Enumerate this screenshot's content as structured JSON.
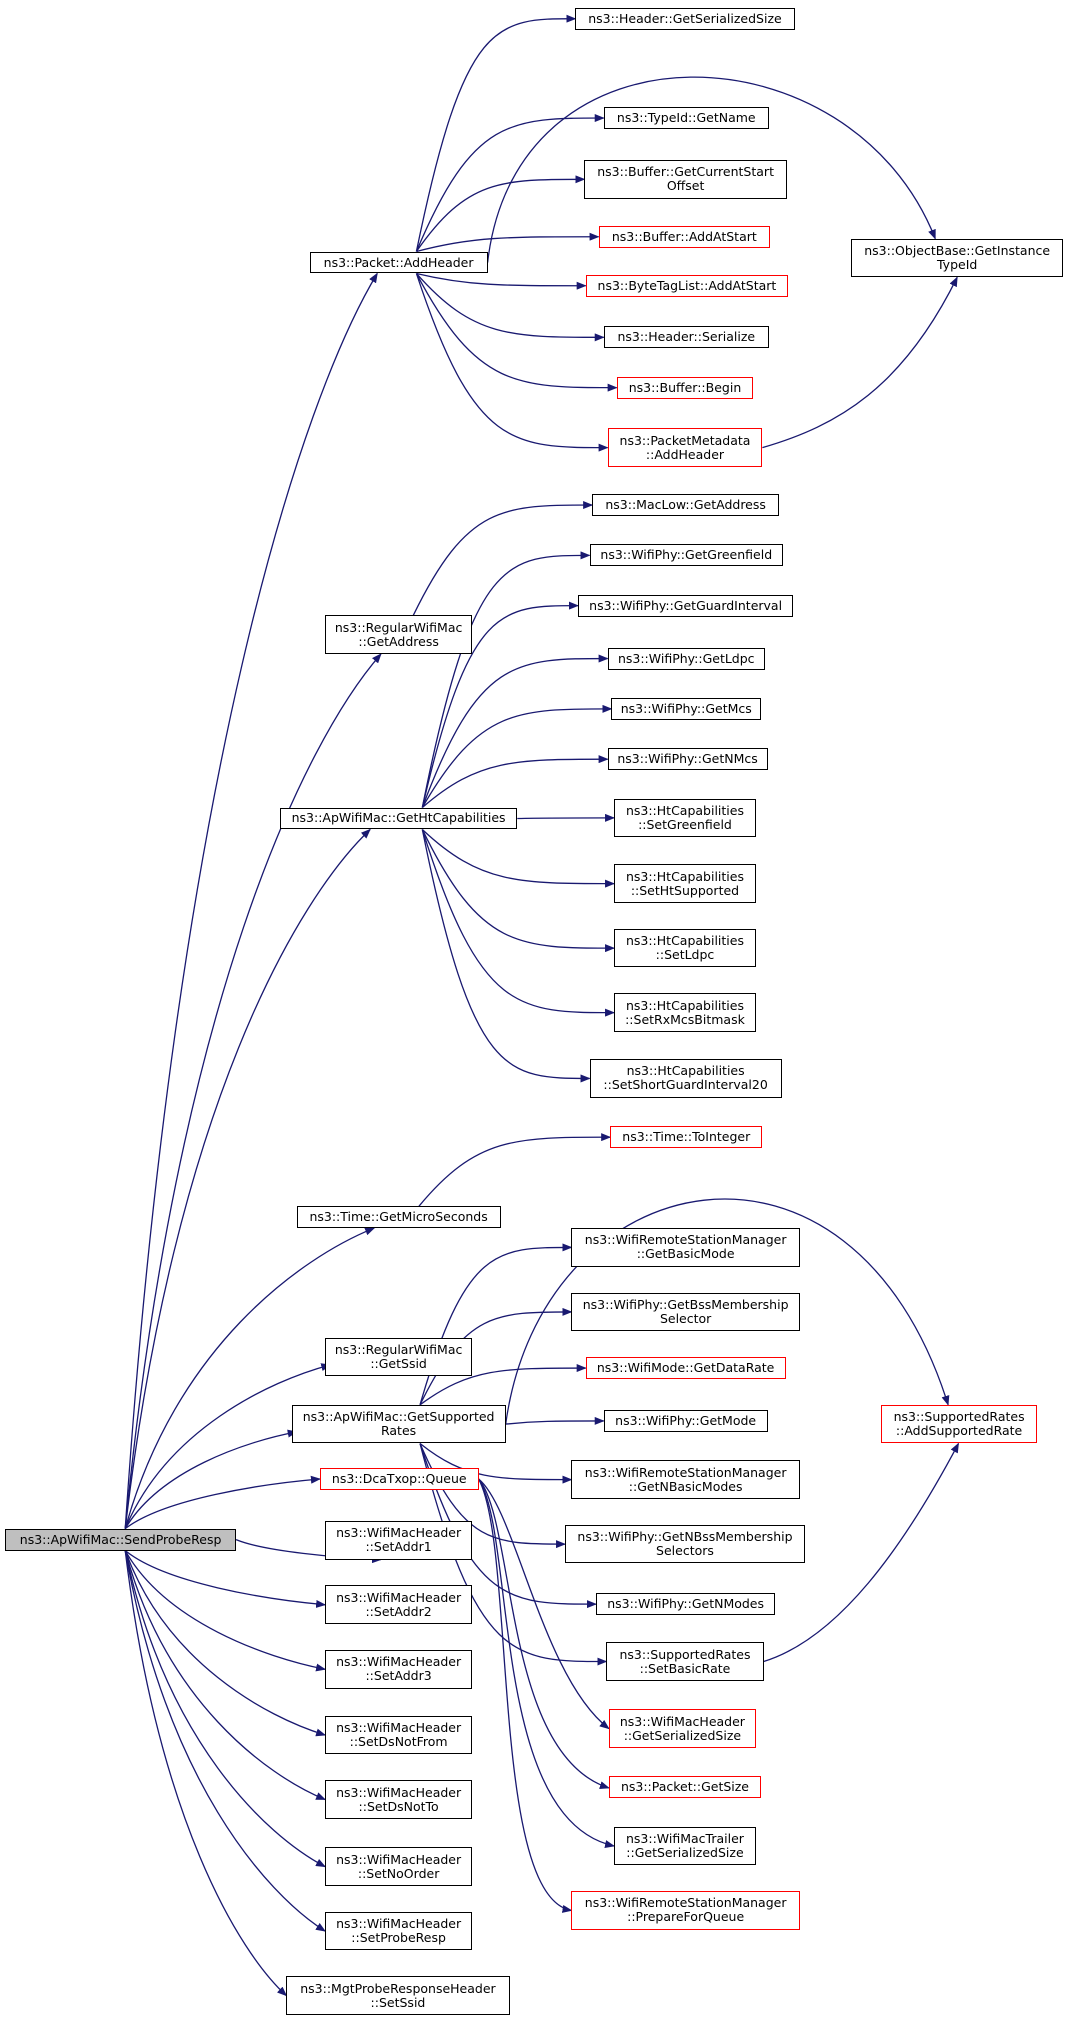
{
  "nodes": [
    {
      "id": "send",
      "label": "ns3::ApWifiMac::SendProbeResp",
      "style": "root"
    },
    {
      "id": "addHeader",
      "label": "ns3::Packet::AddHeader",
      "style": "normal"
    },
    {
      "id": "hdrSerSize",
      "label": "ns3::Header::GetSerializedSize",
      "style": "normal"
    },
    {
      "id": "typeName",
      "label": "ns3::TypeId::GetName",
      "style": "normal"
    },
    {
      "id": "bufCur",
      "label": "ns3::Buffer::GetCurrentStart\nOffset",
      "style": "normal"
    },
    {
      "id": "bufAdd",
      "label": "ns3::Buffer::AddAtStart",
      "style": "red"
    },
    {
      "id": "btlAdd",
      "label": "ns3::ByteTagList::AddAtStart",
      "style": "red"
    },
    {
      "id": "hdrSer",
      "label": "ns3::Header::Serialize",
      "style": "normal"
    },
    {
      "id": "bufBegin",
      "label": "ns3::Buffer::Begin",
      "style": "red"
    },
    {
      "id": "pmAdd",
      "label": "ns3::PacketMetadata\n::AddHeader",
      "style": "red"
    },
    {
      "id": "objBase",
      "label": "ns3::ObjectBase::GetInstance\nTypeId",
      "style": "normal"
    },
    {
      "id": "rwmAddr",
      "label": "ns3::RegularWifiMac\n::GetAddress",
      "style": "normal"
    },
    {
      "id": "macLowAddr",
      "label": "ns3::MacLow::GetAddress",
      "style": "normal"
    },
    {
      "id": "htCap",
      "label": "ns3::ApWifiMac::GetHtCapabilities",
      "style": "normal"
    },
    {
      "id": "phyGreen",
      "label": "ns3::WifiPhy::GetGreenfield",
      "style": "normal"
    },
    {
      "id": "phyGuard",
      "label": "ns3::WifiPhy::GetGuardInterval",
      "style": "normal"
    },
    {
      "id": "phyLdpc",
      "label": "ns3::WifiPhy::GetLdpc",
      "style": "normal"
    },
    {
      "id": "phyMcs",
      "label": "ns3::WifiPhy::GetMcs",
      "style": "normal"
    },
    {
      "id": "phyNMcs",
      "label": "ns3::WifiPhy::GetNMcs",
      "style": "normal"
    },
    {
      "id": "htGreen",
      "label": "ns3::HtCapabilities\n::SetGreenfield",
      "style": "normal"
    },
    {
      "id": "htSupp",
      "label": "ns3::HtCapabilities\n::SetHtSupported",
      "style": "normal"
    },
    {
      "id": "htLdpc",
      "label": "ns3::HtCapabilities\n::SetLdpc",
      "style": "normal"
    },
    {
      "id": "htRx",
      "label": "ns3::HtCapabilities\n::SetRxMcsBitmask",
      "style": "normal"
    },
    {
      "id": "htShort",
      "label": "ns3::HtCapabilities\n::SetShortGuardInterval20",
      "style": "normal"
    },
    {
      "id": "timeMicro",
      "label": "ns3::Time::GetMicroSeconds",
      "style": "normal"
    },
    {
      "id": "timeToInt",
      "label": "ns3::Time::ToInteger",
      "style": "red"
    },
    {
      "id": "rwmSsid",
      "label": "ns3::RegularWifiMac\n::GetSsid",
      "style": "normal"
    },
    {
      "id": "suppRates",
      "label": "ns3::ApWifiMac::GetSupported\nRates",
      "style": "normal"
    },
    {
      "id": "rsmBasic",
      "label": "ns3::WifiRemoteStationManager\n::GetBasicMode",
      "style": "normal"
    },
    {
      "id": "phyBss",
      "label": "ns3::WifiPhy::GetBssMembership\nSelector",
      "style": "normal"
    },
    {
      "id": "modeRate",
      "label": "ns3::WifiMode::GetDataRate",
      "style": "red"
    },
    {
      "id": "phyMode",
      "label": "ns3::WifiPhy::GetMode",
      "style": "normal"
    },
    {
      "id": "rsmNBasic",
      "label": "ns3::WifiRemoteStationManager\n::GetNBasicModes",
      "style": "normal"
    },
    {
      "id": "phyNBss",
      "label": "ns3::WifiPhy::GetNBssMembership\nSelectors",
      "style": "normal"
    },
    {
      "id": "phyNModes",
      "label": "ns3::WifiPhy::GetNModes",
      "style": "normal"
    },
    {
      "id": "srBasic",
      "label": "ns3::SupportedRates\n::SetBasicRate",
      "style": "normal"
    },
    {
      "id": "srAdd",
      "label": "ns3::SupportedRates\n::AddSupportedRate",
      "style": "red"
    },
    {
      "id": "dcaQueue",
      "label": "ns3::DcaTxop::Queue",
      "style": "red"
    },
    {
      "id": "wmhSerSize",
      "label": "ns3::WifiMacHeader\n::GetSerializedSize",
      "style": "red"
    },
    {
      "id": "pktSize",
      "label": "ns3::Packet::GetSize",
      "style": "red"
    },
    {
      "id": "trailerSize",
      "label": "ns3::WifiMacTrailer\n::GetSerializedSize",
      "style": "normal"
    },
    {
      "id": "rsmPrep",
      "label": "ns3::WifiRemoteStationManager\n::PrepareForQueue",
      "style": "red"
    },
    {
      "id": "addr1",
      "label": "ns3::WifiMacHeader\n::SetAddr1",
      "style": "normal"
    },
    {
      "id": "addr2",
      "label": "ns3::WifiMacHeader\n::SetAddr2",
      "style": "normal"
    },
    {
      "id": "addr3",
      "label": "ns3::WifiMacHeader\n::SetAddr3",
      "style": "normal"
    },
    {
      "id": "dsNotFrom",
      "label": "ns3::WifiMacHeader\n::SetDsNotFrom",
      "style": "normal"
    },
    {
      "id": "dsNotTo",
      "label": "ns3::WifiMacHeader\n::SetDsNotTo",
      "style": "normal"
    },
    {
      "id": "noOrder",
      "label": "ns3::WifiMacHeader\n::SetNoOrder",
      "style": "normal"
    },
    {
      "id": "probeResp",
      "label": "ns3::WifiMacHeader\n::SetProbeResp",
      "style": "normal"
    },
    {
      "id": "mgtSsid",
      "label": "ns3::MgtProbeResponseHeader\n::SetSsid",
      "style": "normal"
    }
  ],
  "edges": [
    [
      "send",
      "addHeader"
    ],
    [
      "send",
      "rwmAddr"
    ],
    [
      "send",
      "htCap"
    ],
    [
      "send",
      "timeMicro"
    ],
    [
      "send",
      "rwmSsid"
    ],
    [
      "send",
      "suppRates"
    ],
    [
      "send",
      "dcaQueue"
    ],
    [
      "send",
      "addr1"
    ],
    [
      "send",
      "addr2"
    ],
    [
      "send",
      "addr3"
    ],
    [
      "send",
      "dsNotFrom"
    ],
    [
      "send",
      "dsNotTo"
    ],
    [
      "send",
      "noOrder"
    ],
    [
      "send",
      "probeResp"
    ],
    [
      "send",
      "mgtSsid"
    ],
    [
      "addHeader",
      "hdrSerSize"
    ],
    [
      "addHeader",
      "objBase"
    ],
    [
      "addHeader",
      "typeName"
    ],
    [
      "addHeader",
      "bufCur"
    ],
    [
      "addHeader",
      "bufAdd"
    ],
    [
      "addHeader",
      "btlAdd"
    ],
    [
      "addHeader",
      "hdrSer"
    ],
    [
      "addHeader",
      "bufBegin"
    ],
    [
      "addHeader",
      "pmAdd"
    ],
    [
      "pmAdd",
      "objBase"
    ],
    [
      "rwmAddr",
      "macLowAddr"
    ],
    [
      "htCap",
      "phyGreen"
    ],
    [
      "htCap",
      "phyGuard"
    ],
    [
      "htCap",
      "phyLdpc"
    ],
    [
      "htCap",
      "phyMcs"
    ],
    [
      "htCap",
      "phyNMcs"
    ],
    [
      "htCap",
      "htGreen"
    ],
    [
      "htCap",
      "htSupp"
    ],
    [
      "htCap",
      "htLdpc"
    ],
    [
      "htCap",
      "htRx"
    ],
    [
      "htCap",
      "htShort"
    ],
    [
      "timeMicro",
      "timeToInt"
    ],
    [
      "suppRates",
      "srAdd"
    ],
    [
      "suppRates",
      "rsmBasic"
    ],
    [
      "suppRates",
      "phyBss"
    ],
    [
      "suppRates",
      "modeRate"
    ],
    [
      "suppRates",
      "phyMode"
    ],
    [
      "suppRates",
      "rsmNBasic"
    ],
    [
      "suppRates",
      "phyNBss"
    ],
    [
      "suppRates",
      "phyNModes"
    ],
    [
      "suppRates",
      "srBasic"
    ],
    [
      "srBasic",
      "srAdd"
    ],
    [
      "dcaQueue",
      "wmhSerSize"
    ],
    [
      "dcaQueue",
      "pktSize"
    ],
    [
      "dcaQueue",
      "trailerSize"
    ],
    [
      "dcaQueue",
      "rsmPrep"
    ]
  ],
  "colors": {
    "edge": "#191970",
    "node_border": "#000000",
    "red_border": "#ff0000",
    "root_fill": "#bfbfbf"
  }
}
